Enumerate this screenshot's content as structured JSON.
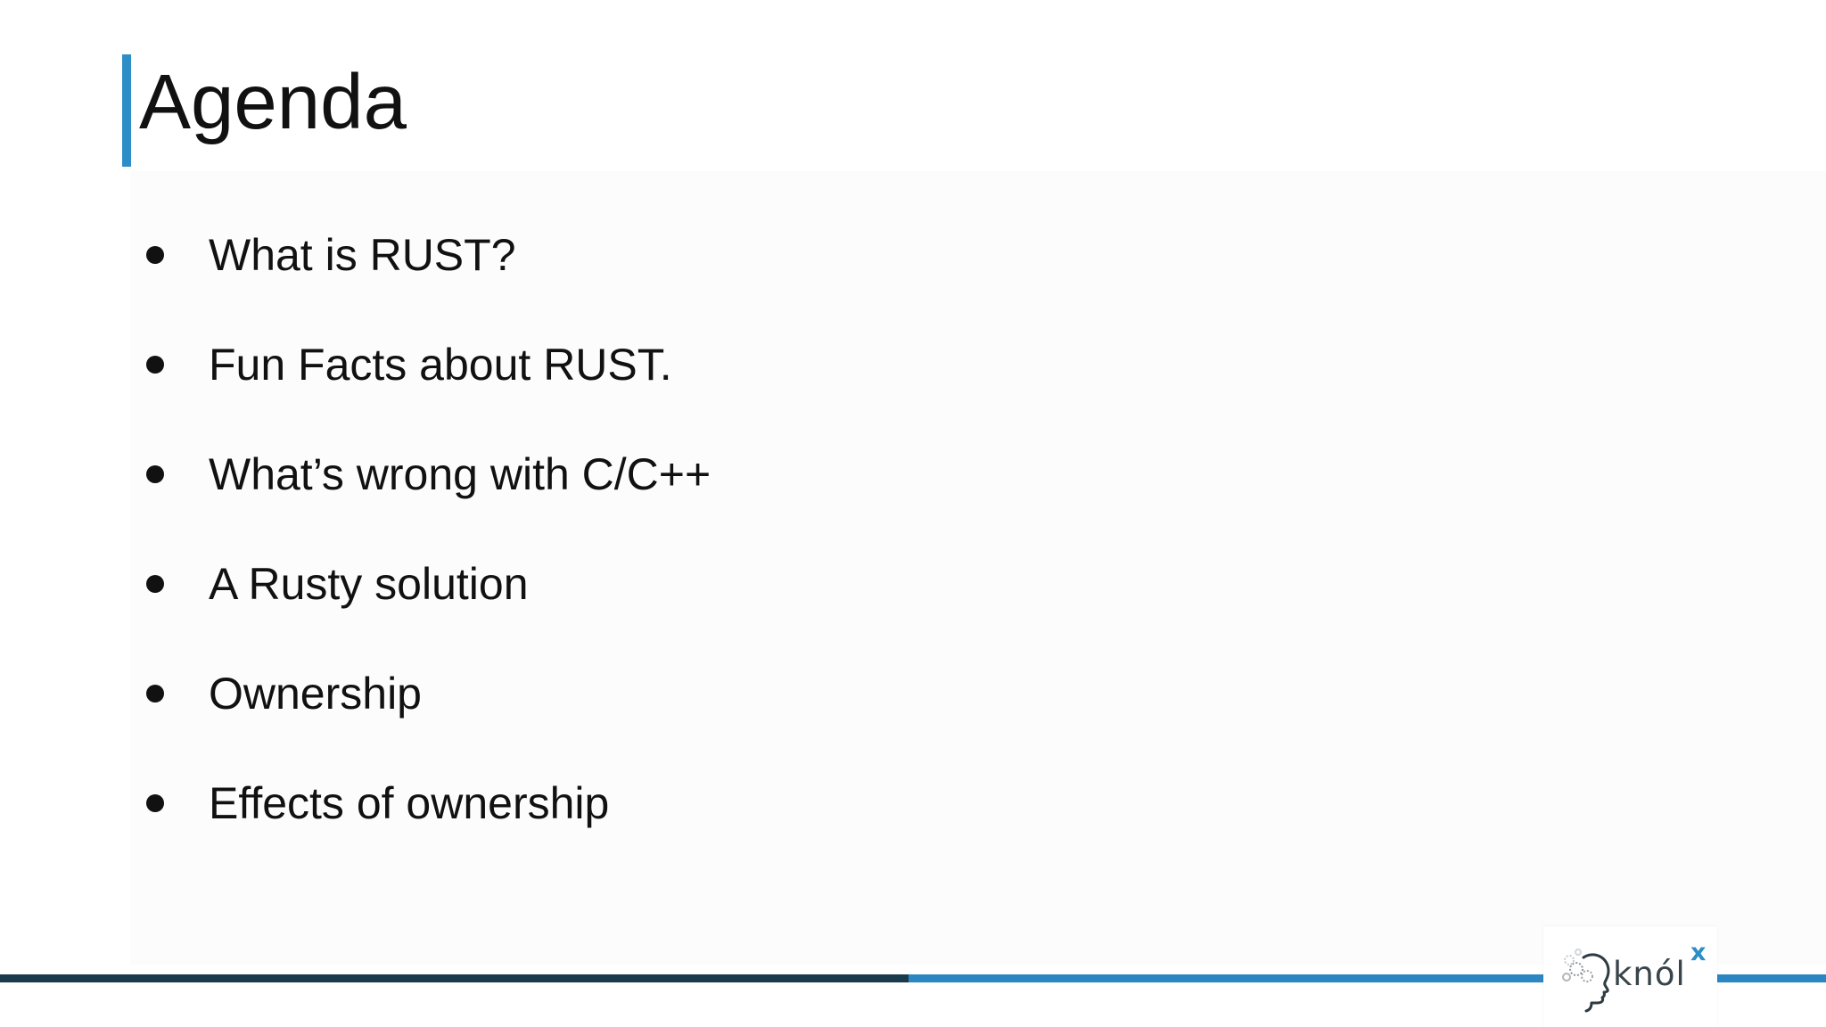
{
  "slide": {
    "title": "Agenda",
    "bullets": [
      "What is RUST?",
      "Fun Facts about RUST.",
      "What’s wrong with C/C++",
      "A Rusty solution",
      "Ownership",
      "Effects of ownership"
    ]
  },
  "logo": {
    "text": "knól",
    "superscript": "x",
    "icon": "head-with-gears-icon"
  },
  "colors": {
    "accent_blue": "#2d8dc6",
    "footer_dark": "#1a3b4d",
    "footer_blue": "#2b86c2",
    "text": "#111111"
  }
}
